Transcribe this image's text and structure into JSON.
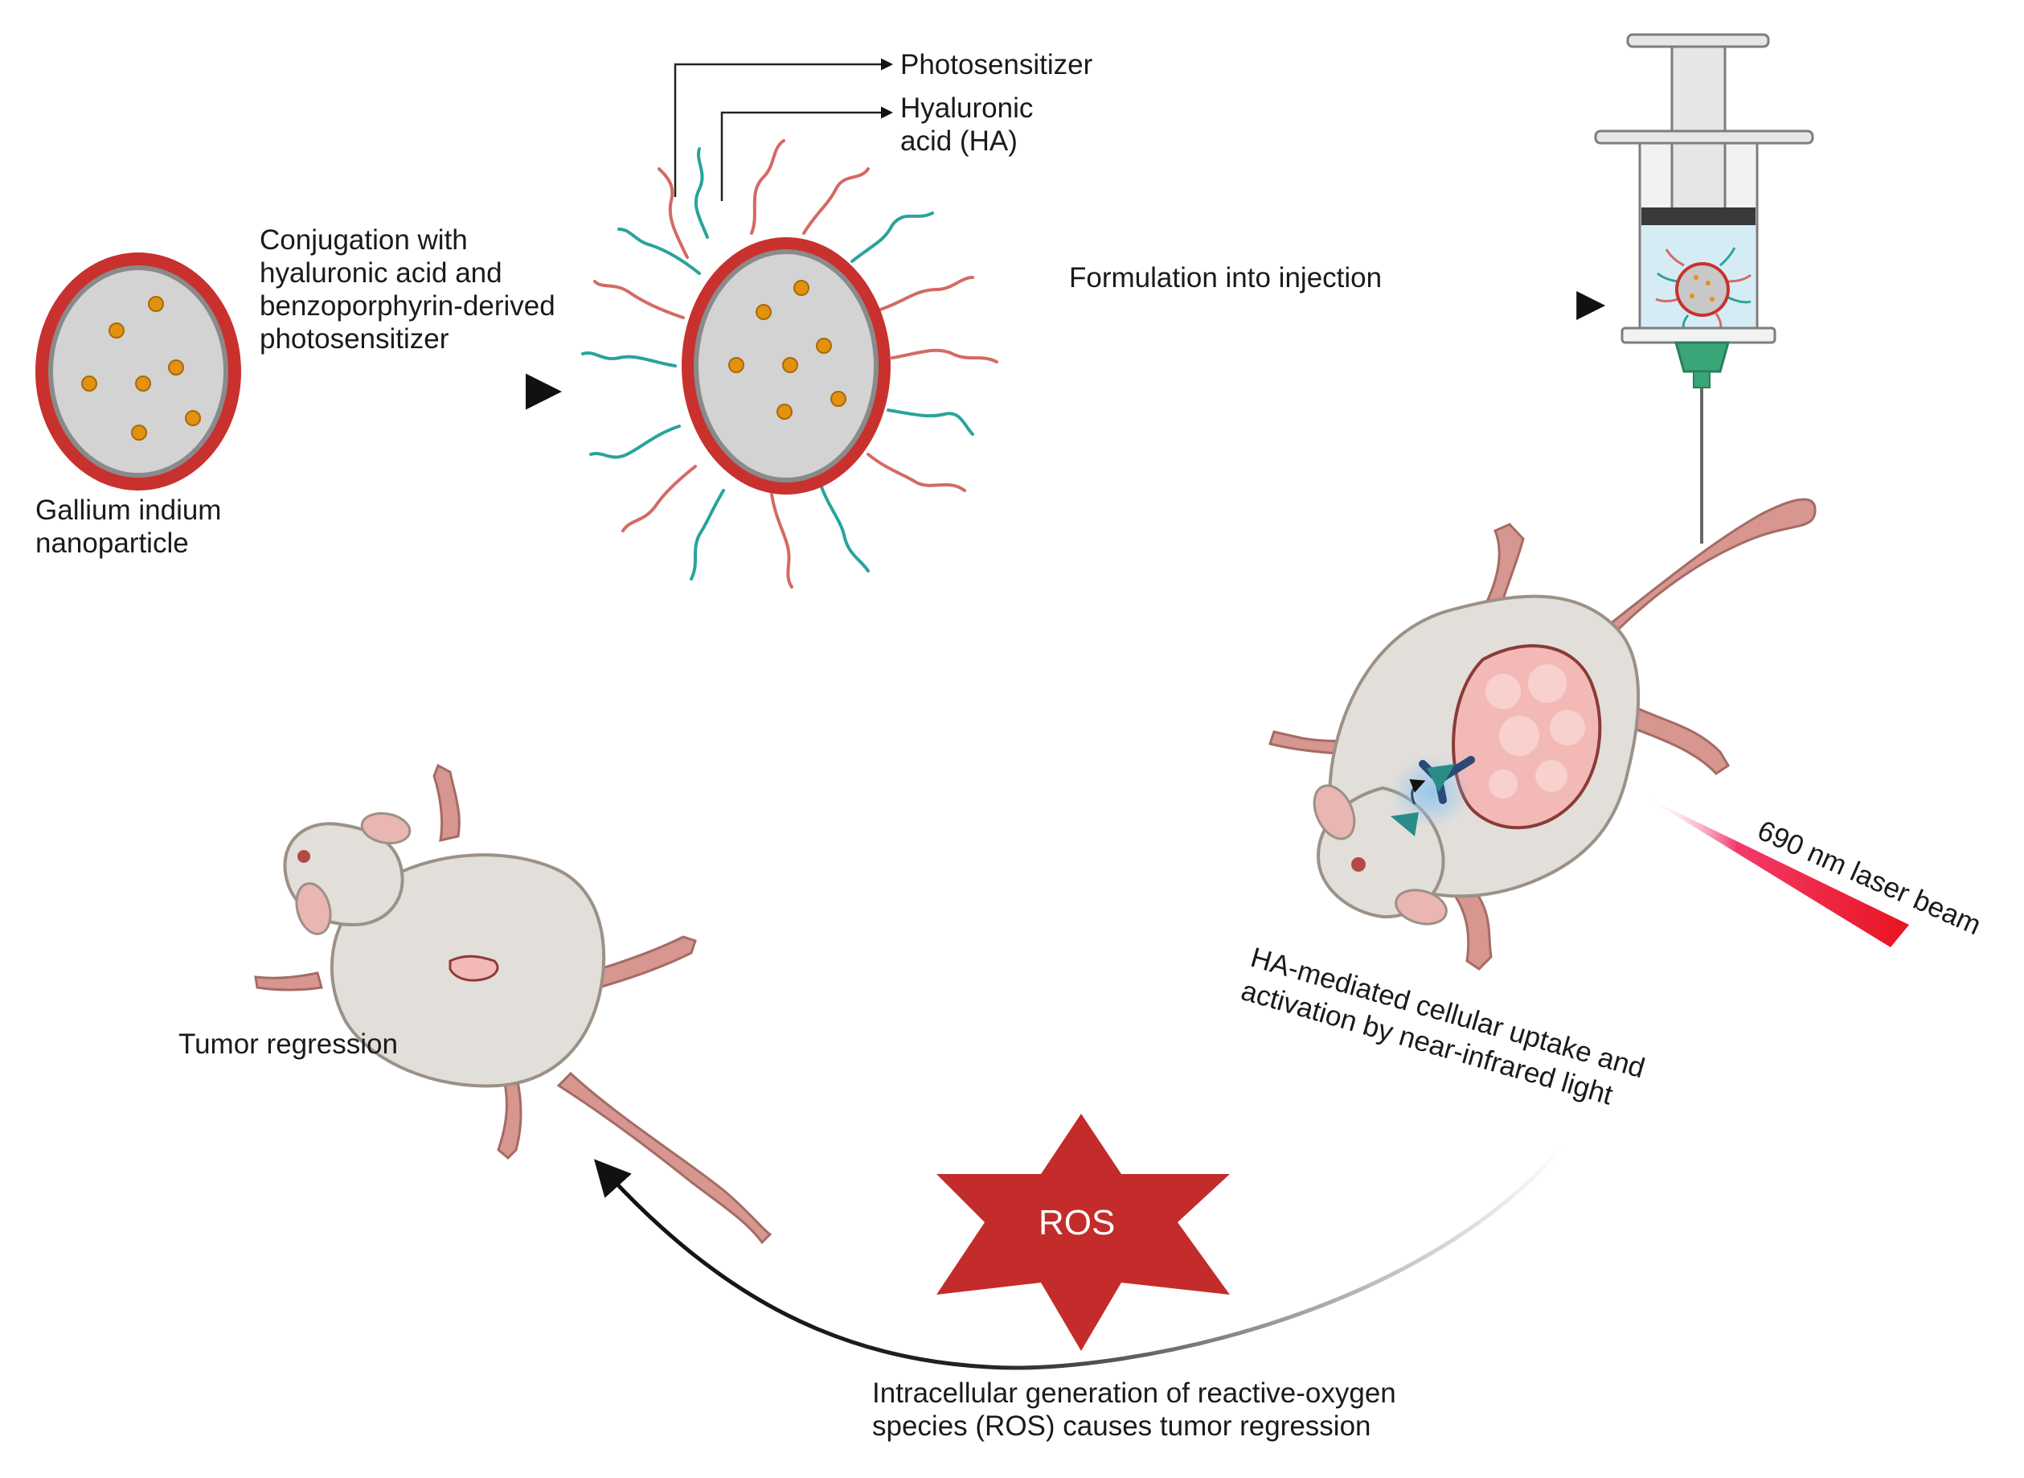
{
  "labels": {
    "nanoparticle": [
      "Gallium indium",
      "nanoparticle"
    ],
    "conjugation": [
      "Conjugation with",
      "hyaluronic acid and",
      "benzoporphyrin-derived",
      "photosensitizer"
    ],
    "photosensitizer": "Photosensitizer",
    "hyaluronic": [
      "Hyaluronic",
      "acid (HA)"
    ],
    "formulation": "Formulation into injection",
    "laser": "690 nm laser beam",
    "uptake": [
      "HA-mediated cellular uptake and",
      "activation by near-infrared light"
    ],
    "ros": "ROS",
    "ros_caption": [
      "Intracellular generation of reactive-oxygen",
      "species (ROS) causes tumor regression"
    ],
    "regression": "Tumor regression"
  },
  "colors": {
    "shell_red": "#c8312d",
    "core_gray": "#d3d3d3",
    "dot_orange": "#e3920f",
    "teal_chain": "#2aa39c",
    "red_chain": "#d46a63",
    "mouse_body": "#e2dfdb",
    "mouse_outline": "#9c9186",
    "tail_pink": "#d79690",
    "tumor_pink": "#f3b9b6",
    "ros_star": "#c42b2b",
    "laser_red": "#e8192c",
    "needle_green": "#3aa577"
  },
  "icons": [
    "nanoparticle-icon",
    "coated-nanoparticle-icon",
    "syringe-icon",
    "mouse-tumor-icon",
    "antibody-icon",
    "mouse-regressed-icon",
    "ros-star-icon",
    "laser-beam-icon"
  ]
}
